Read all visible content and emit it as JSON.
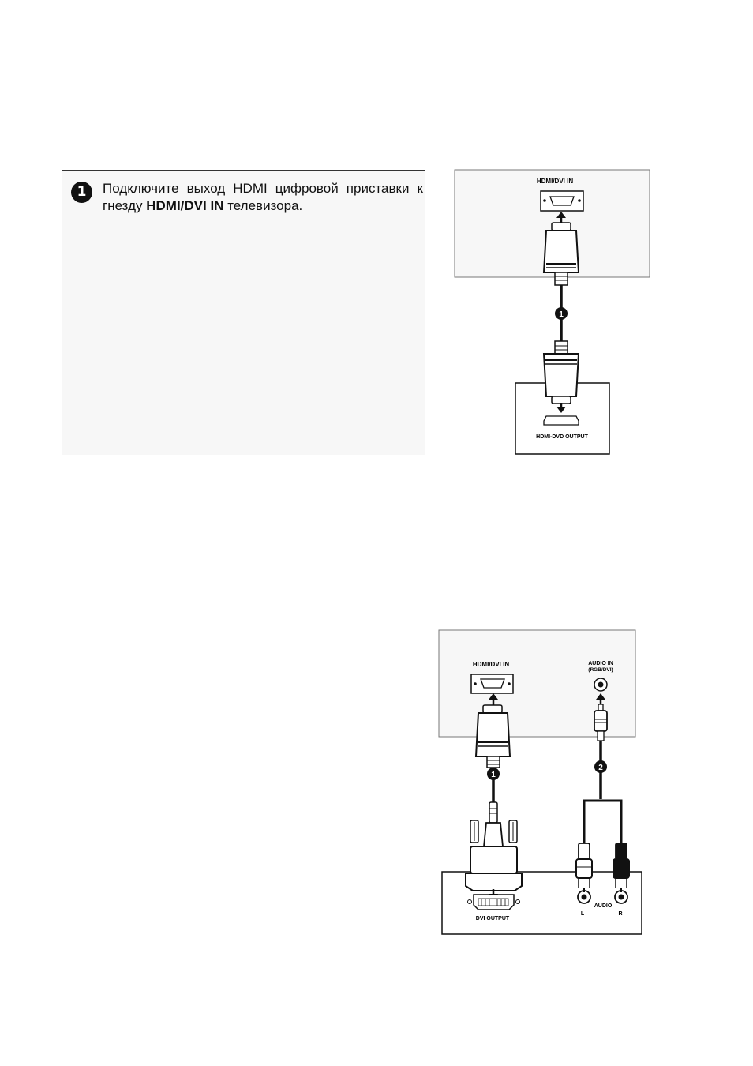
{
  "step1": {
    "number": "1",
    "text_before": "Подключите выход HDMI цифровой приставки к гнезду ",
    "text_bold": "HDMI/DVI IN",
    "text_after": " телевизора."
  },
  "diagram_top": {
    "tv_port_label": "HDMI/DVI IN",
    "cable_marker": "1",
    "source_port_label": "HDMI-DVD OUTPUT"
  },
  "diagram_bottom": {
    "tv_hdmi_label": "HDMI/DVI IN",
    "tv_audio_label_line1": "AUDIO IN",
    "tv_audio_label_line2": "(RGB/DVI)",
    "cable1_marker": "1",
    "cable2_marker": "2",
    "dvi_output_label": "DVI OUTPUT",
    "audio_label": "AUDIO",
    "left_label": "L",
    "right_label": "R"
  }
}
